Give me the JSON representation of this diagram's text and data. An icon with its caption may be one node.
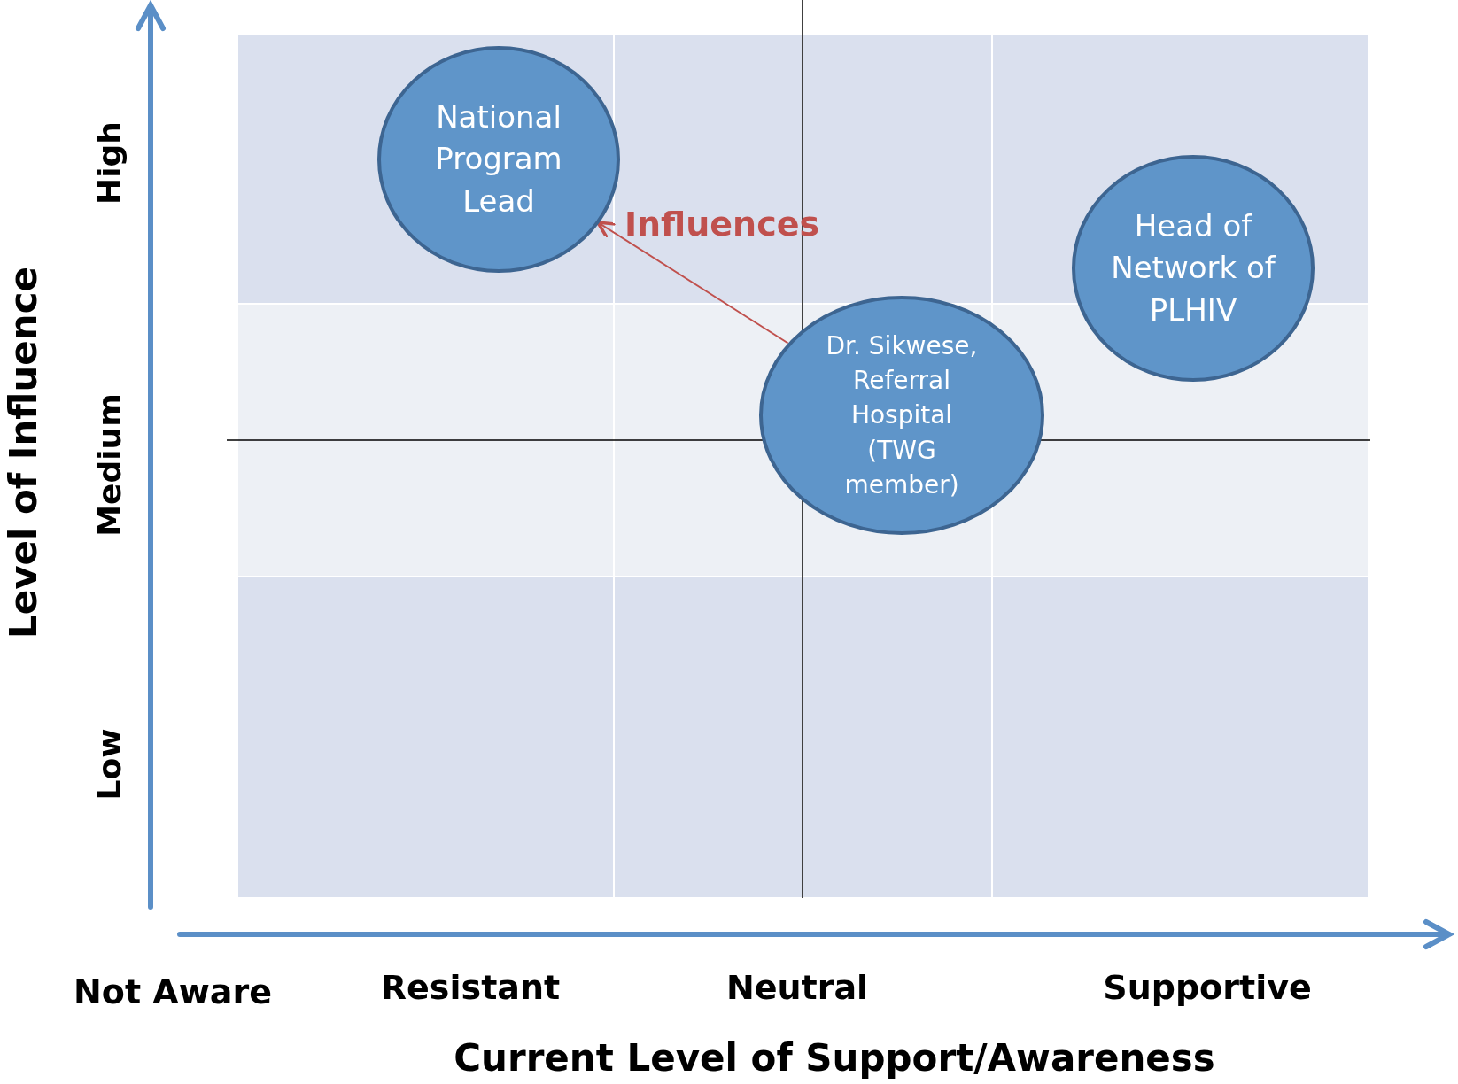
{
  "diagram": {
    "nodes": [
      {
        "text": [
          "National Program Lead"
        ]
      },
      {
        "text": [
          "Head of Network of PLHIV"
        ]
      },
      {
        "text": [
          "Dr. Sikwese, Referral Hospital (TWG member)"
        ]
      }
    ],
    "edges": [
      {
        "from": 2,
        "to": 0,
        "arrow": "to",
        "label": "Influences",
        "color": "#c0504d"
      }
    ],
    "labels": [
      "Level of Influence",
      "High",
      "Medium",
      "Low",
      "Not Aware",
      "Resistant",
      "Neutral",
      "Supportive",
      "Current Level of Support/Awareness"
    ]
  }
}
